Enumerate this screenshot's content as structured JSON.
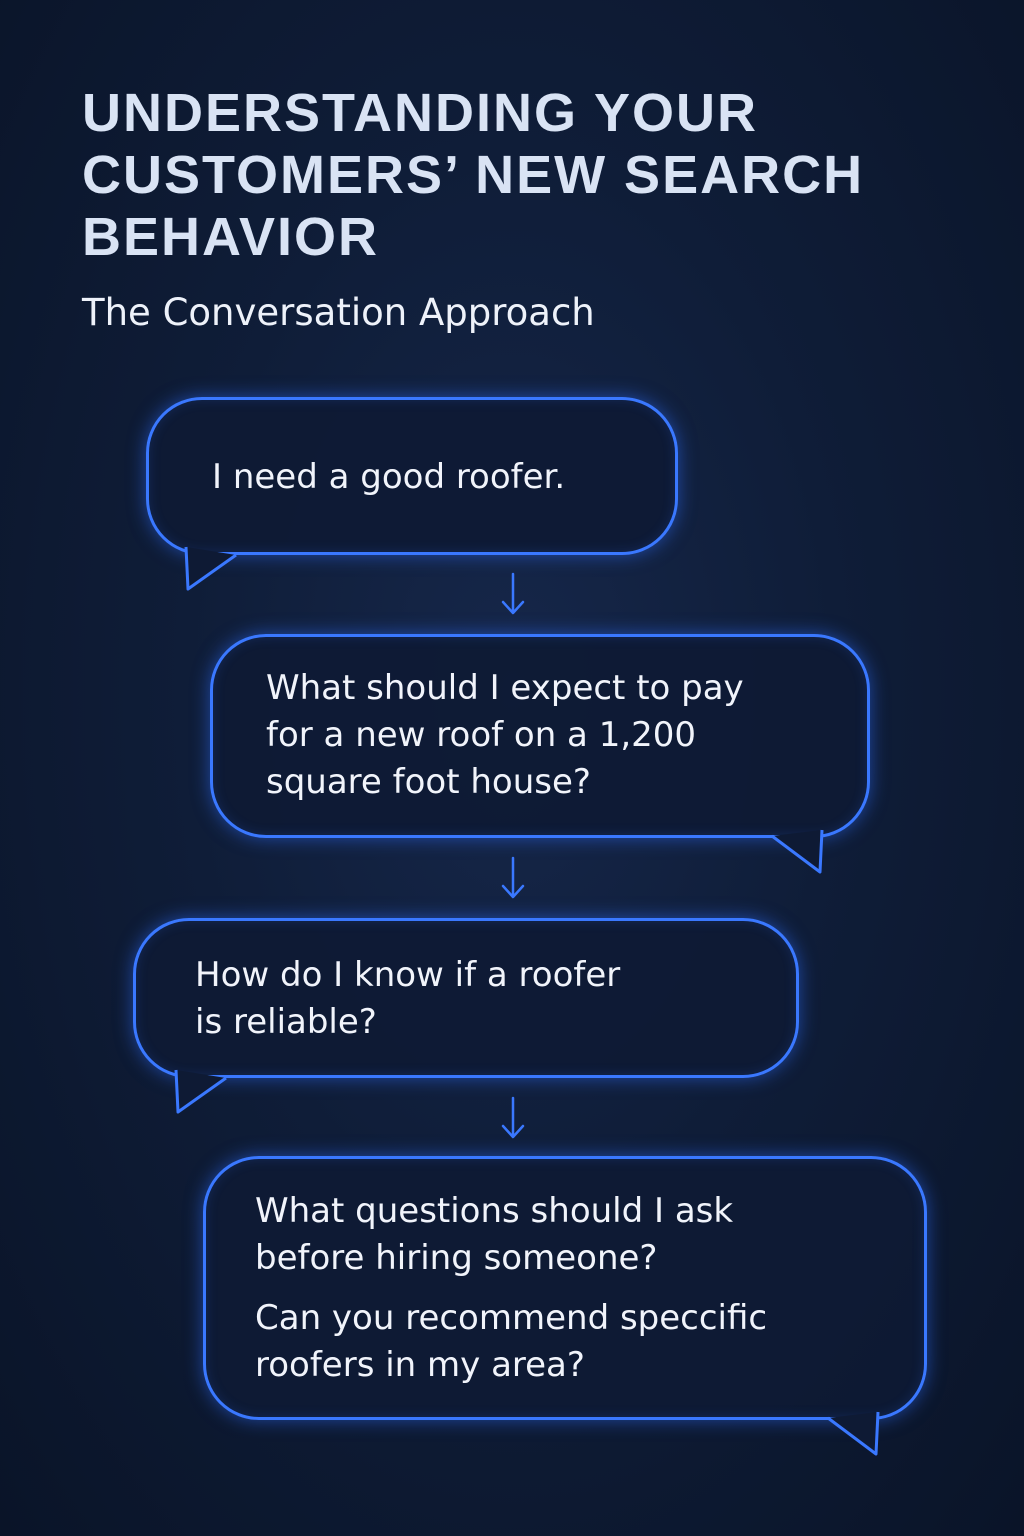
{
  "title_lines": [
    "UNDERSTANDING YOUR",
    "CUSTOMERS’ NEW SEARCH",
    "BEHAVIOR"
  ],
  "subtitle": "The Conversation Approach",
  "accent_color": "#3a78ff",
  "background_color": "#0f1d38",
  "arrow_icon": "down-arrow-icon",
  "bubbles": [
    {
      "lines": [
        "I need a good roofer."
      ]
    },
    {
      "lines": [
        "What should I expect to pay",
        "for a new roof on a 1,200",
        "square foot house?"
      ]
    },
    {
      "lines": [
        "How do I know if a roofer",
        "is reliable?"
      ]
    },
    {
      "lines": [
        "What questions should I ask",
        "before hiring someone?"
      ],
      "lines_2": [
        "Can you recommend speccific",
        "roofers in my area?"
      ]
    }
  ]
}
